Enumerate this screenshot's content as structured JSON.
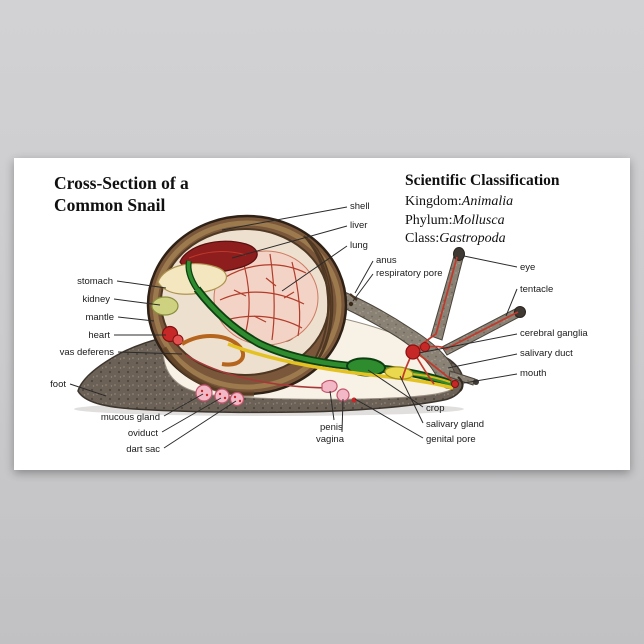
{
  "poster": {
    "title": {
      "line1": "Cross-Section of a",
      "line2": "Common Snail"
    },
    "classification": {
      "heading": "Scientific Classification",
      "rows": [
        {
          "rank": "Kingdom:",
          "value": "Animalia"
        },
        {
          "rank": "Phylum:",
          "value": "Mollusca"
        },
        {
          "rank": "Class:",
          "value": "Gastropoda"
        }
      ]
    },
    "labels": [
      {
        "id": "shell",
        "text": "shell"
      },
      {
        "id": "liver",
        "text": "liver"
      },
      {
        "id": "lung",
        "text": "lung"
      },
      {
        "id": "anus",
        "text": "anus"
      },
      {
        "id": "respiratory-pore",
        "text": "respiratory pore"
      },
      {
        "id": "eye",
        "text": "eye"
      },
      {
        "id": "tentacle",
        "text": "tentacle"
      },
      {
        "id": "cerebral-ganglia",
        "text": "cerebral ganglia"
      },
      {
        "id": "salivary-duct",
        "text": "salivary duct"
      },
      {
        "id": "mouth",
        "text": "mouth"
      },
      {
        "id": "stomach",
        "text": "stomach"
      },
      {
        "id": "kidney",
        "text": "kidney"
      },
      {
        "id": "mantle",
        "text": "mantle"
      },
      {
        "id": "heart",
        "text": "heart"
      },
      {
        "id": "vas-deferens",
        "text": "vas deferens"
      },
      {
        "id": "foot",
        "text": "foot"
      },
      {
        "id": "mucous-gland",
        "text": "mucous gland"
      },
      {
        "id": "oviduct",
        "text": "oviduct"
      },
      {
        "id": "dart-sac",
        "text": "dart sac"
      },
      {
        "id": "crop",
        "text": "crop"
      },
      {
        "id": "salivary-gland",
        "text": "salivary gland"
      },
      {
        "id": "genital-pore",
        "text": "genital pore"
      },
      {
        "id": "penis",
        "text": "penis"
      },
      {
        "id": "vagina",
        "text": "vagina"
      }
    ],
    "illustration": {
      "subject": "cross-section of a common snail",
      "colors": {
        "shell_brown": "#7a573a",
        "shell_outline": "#2f2115",
        "body_gray": "#6b6156",
        "interior_cream": "#f7f1e6",
        "digestive_green": "#2e8b2e",
        "duct_yellow": "#e3c222",
        "organ_red": "#c62828",
        "lung_pink": "#f3d3c6",
        "gland_pink": "#f2b8c6",
        "stomach_cream": "#f4e7c0"
      }
    }
  }
}
